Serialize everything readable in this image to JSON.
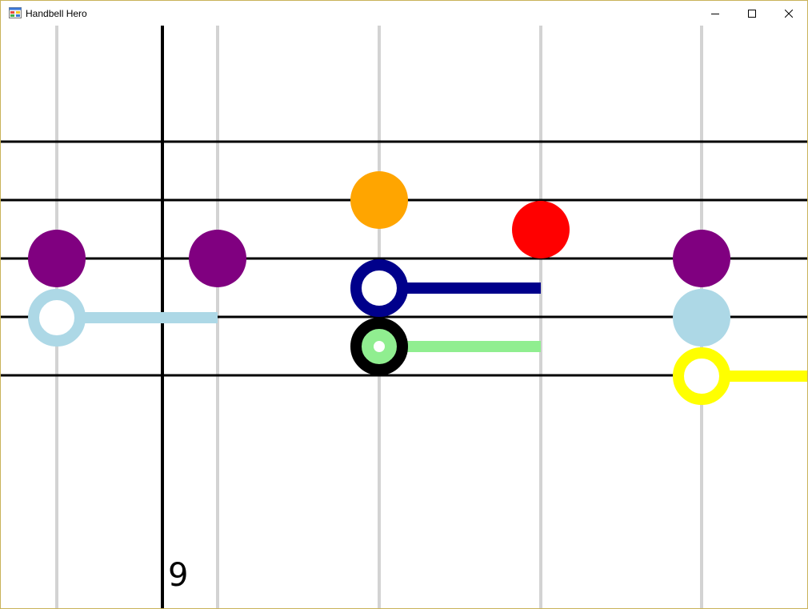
{
  "window": {
    "title": "Handbell Hero",
    "controls": [
      "minimize",
      "maximize",
      "close"
    ]
  },
  "game": {
    "measure_number": "9",
    "colors": {
      "staff_line": "#000000",
      "beat_line": "#d3d3d3",
      "bar_line": "#000000"
    },
    "notes": [
      {
        "name": "purple-note-1",
        "color": "#800080",
        "style": "filled"
      },
      {
        "name": "light-blue-held-note",
        "color": "#add8e6",
        "style": "ring",
        "sustain": true
      },
      {
        "name": "purple-note-2",
        "color": "#800080",
        "style": "filled"
      },
      {
        "name": "orange-note",
        "color": "#ffa500",
        "style": "filled"
      },
      {
        "name": "navy-held-note",
        "color": "#00008b",
        "style": "ring",
        "sustain": true
      },
      {
        "name": "black-green-held-note",
        "color": "#000000",
        "inner_color": "#90ee90",
        "style": "ring-filled",
        "sustain": true
      },
      {
        "name": "red-note",
        "color": "#ff0000",
        "style": "filled"
      },
      {
        "name": "purple-note-3",
        "color": "#800080",
        "style": "filled"
      },
      {
        "name": "light-blue-note",
        "color": "#add8e6",
        "style": "filled"
      },
      {
        "name": "yellow-held-note",
        "color": "#ffff00",
        "style": "ring",
        "sustain": true
      }
    ]
  }
}
